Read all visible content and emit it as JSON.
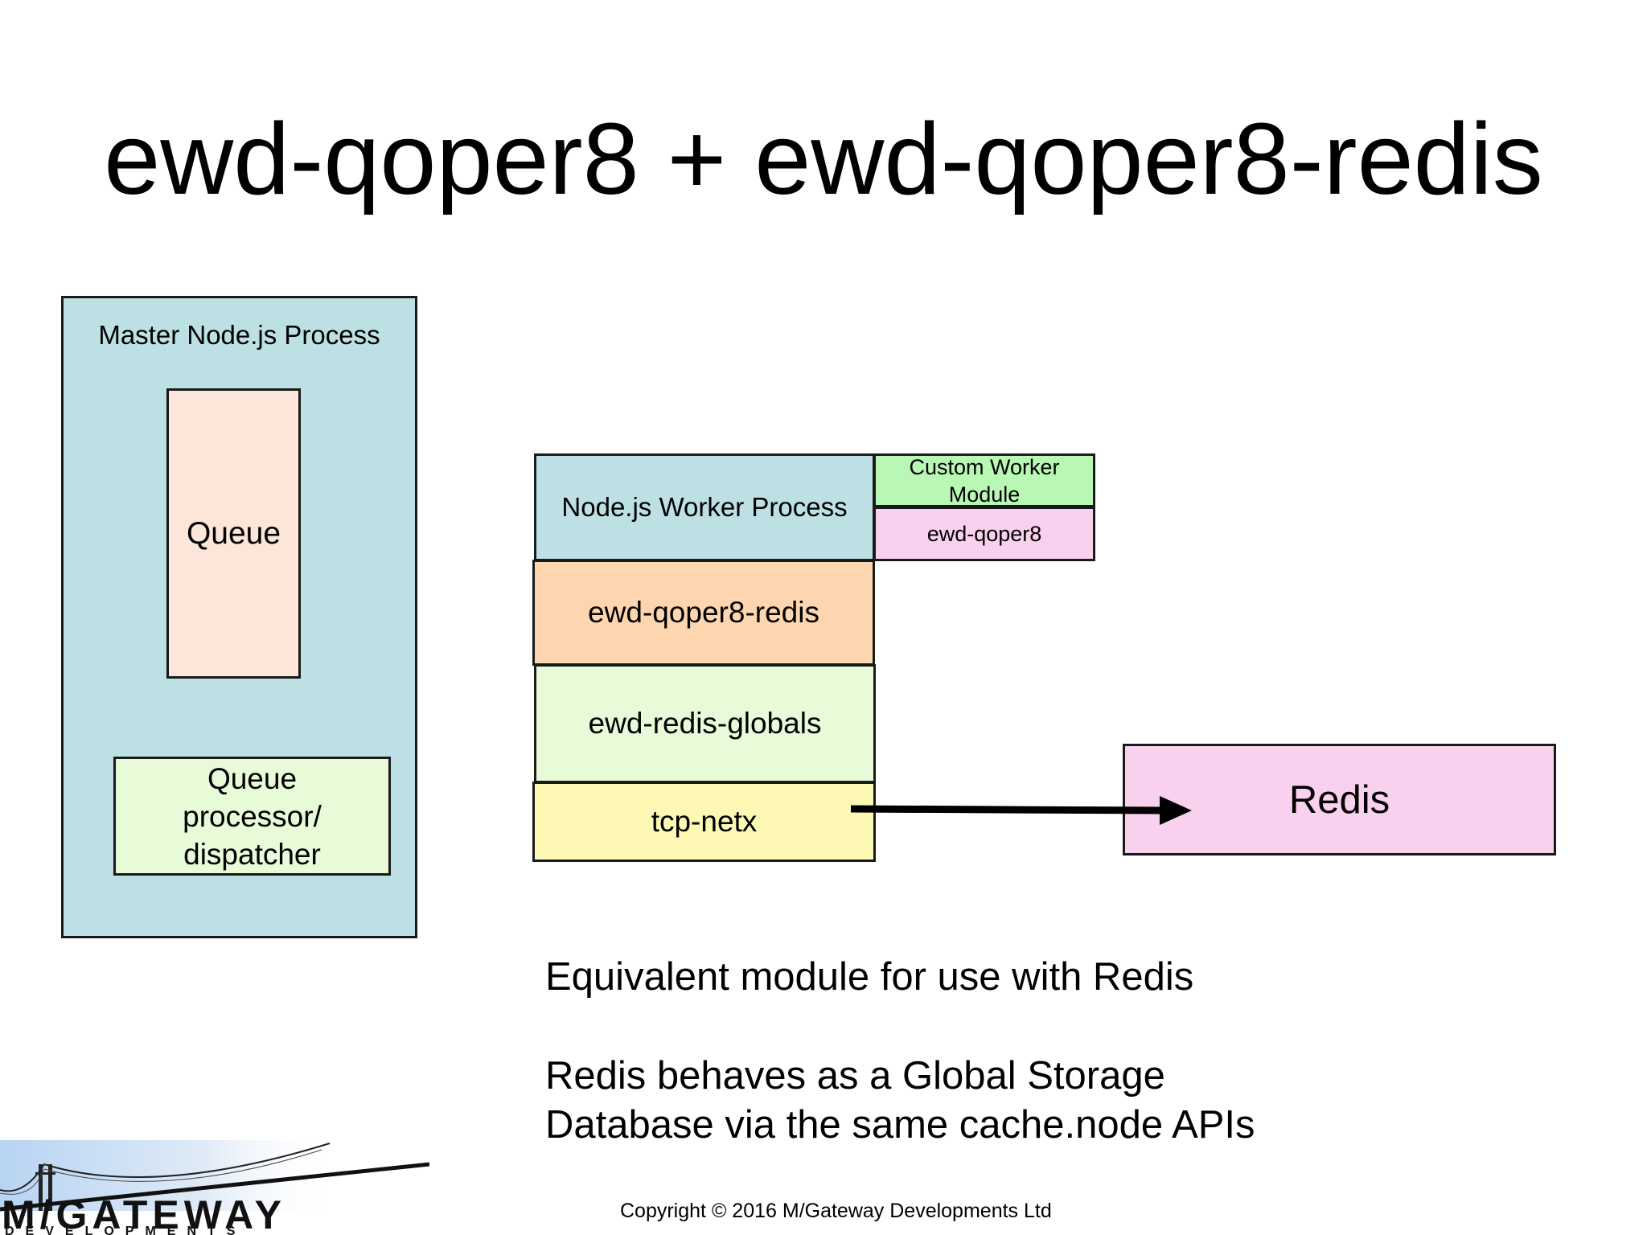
{
  "title": "ewd-qoper8 + ewd-qoper8-redis",
  "master": {
    "label": "Master Node.js Process",
    "queue": "Queue",
    "processor": "Queue\nprocessor/\ndispatcher"
  },
  "worker": {
    "label": "Node.js Worker Process",
    "custom_module": "Custom Worker\nModule",
    "ewd_qoper8": "ewd-qoper8",
    "ewd_qoper8_redis": "ewd-qoper8-redis",
    "ewd_redis_globals": "ewd-redis-globals",
    "tcp_netx": "tcp-netx"
  },
  "redis": "Redis",
  "notes": {
    "line1": "Equivalent module for use with Redis",
    "line2": "Redis behaves as a Global Storage",
    "line3": "Database via the same cache.node APIs"
  },
  "copyright": "Copyright © 2016 M/Gateway Developments Ltd",
  "logo": {
    "name": "M/GATEWAY",
    "sub": "DEVELOPMENTS"
  },
  "colors": {
    "master_bg": "#bde0e4",
    "queue_bg": "#fbe6d9",
    "processor_bg": "#e8fbd8",
    "custom_bg": "#b9f7b4",
    "pink_bg": "#f9d0ee",
    "orange_bg": "#fdd5ae",
    "yellow_bg": "#fdf8b4"
  }
}
